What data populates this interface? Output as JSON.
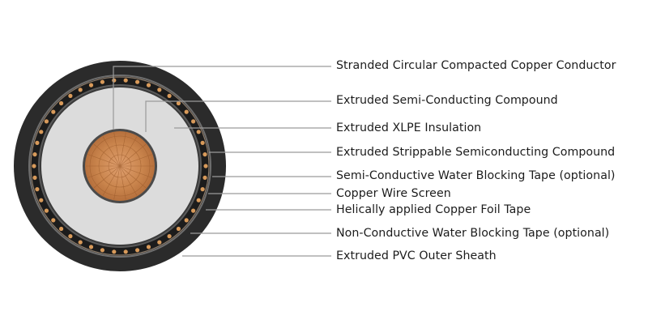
{
  "diagram": {
    "type": "cable-cross-section",
    "colors": {
      "outer_sheath": "#2b2b2b",
      "water_blocking_tape": "#7a7a7a",
      "screen_gap": "#1a1a1a",
      "copper_wire": "#d89a5a",
      "insulation": "#dcdcdc",
      "conductor": "#c8834c",
      "conductor_screen": "#4a4a4a",
      "leader_line": "#9a9a9a",
      "text": "#1c1c1c"
    },
    "labels": [
      {
        "id": "conductor",
        "text": "Stranded Circular Compacted Copper Conductor"
      },
      {
        "id": "conductor-screen",
        "text": "Extruded Semi-Conducting Compound"
      },
      {
        "id": "insulation",
        "text": "Extruded XLPE Insulation"
      },
      {
        "id": "insulation-screen",
        "text": "Extruded Strippable Semiconducting Compound"
      },
      {
        "id": "semi-conductive-tape",
        "text": "Semi-Conductive  Water Blocking Tape (optional)"
      },
      {
        "id": "copper-wire-screen",
        "text": "Copper Wire Screen"
      },
      {
        "id": "copper-foil-tape",
        "text": "Helically applied Copper Foil Tape"
      },
      {
        "id": "non-conductive-tape",
        "text": "Non-Conductive Water Blocking Tape (optional)"
      },
      {
        "id": "outer-sheath",
        "text": "Extruded PVC Outer Sheath"
      }
    ]
  }
}
